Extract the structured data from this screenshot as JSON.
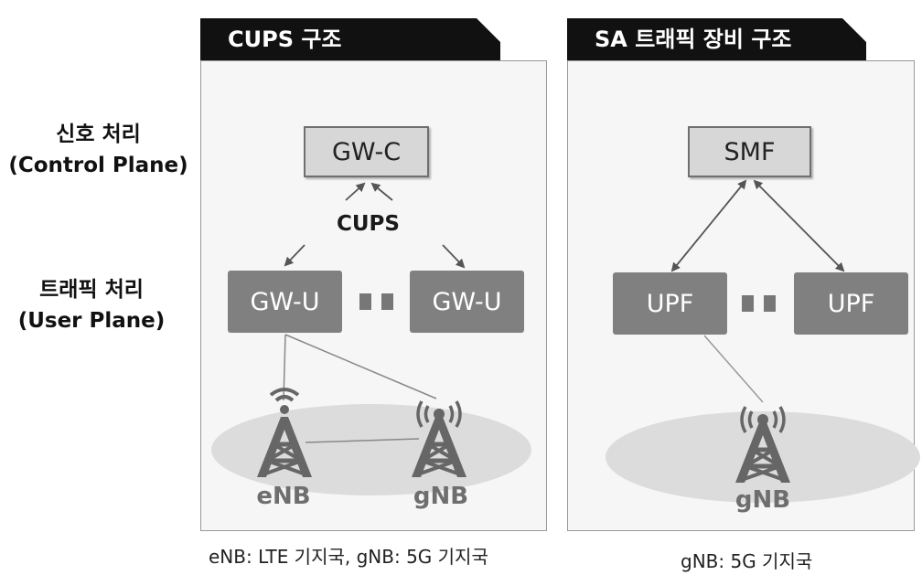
{
  "left_panel": {
    "title": "CUPS 구조",
    "control_box": "GW-C",
    "cups_label": "CUPS",
    "user_boxes": [
      "GW-U",
      "GW-U"
    ],
    "antennas": [
      "eNB",
      "gNB"
    ],
    "caption": "eNB: LTE 기지국, gNB: 5G 기지국"
  },
  "right_panel": {
    "title": "SA 트래픽 장비 구조",
    "control_box": "SMF",
    "user_boxes": [
      "UPF",
      "UPF"
    ],
    "antennas": [
      "gNB"
    ],
    "caption": "gNB: 5G 기지국"
  },
  "row_labels": {
    "control": {
      "line1": "신호 처리",
      "line2": "(Control Plane)"
    },
    "user": {
      "line1": "트래픽 처리",
      "line2": "(User Plane)"
    }
  },
  "colors": {
    "tab_fill": "#111111",
    "panel_fill": "#f6f6f6",
    "control_box_fill": "#d7d7d7",
    "user_box_fill": "#808080",
    "coverage_fill": "#dcdcdc",
    "antenna_fill": "#666666"
  }
}
